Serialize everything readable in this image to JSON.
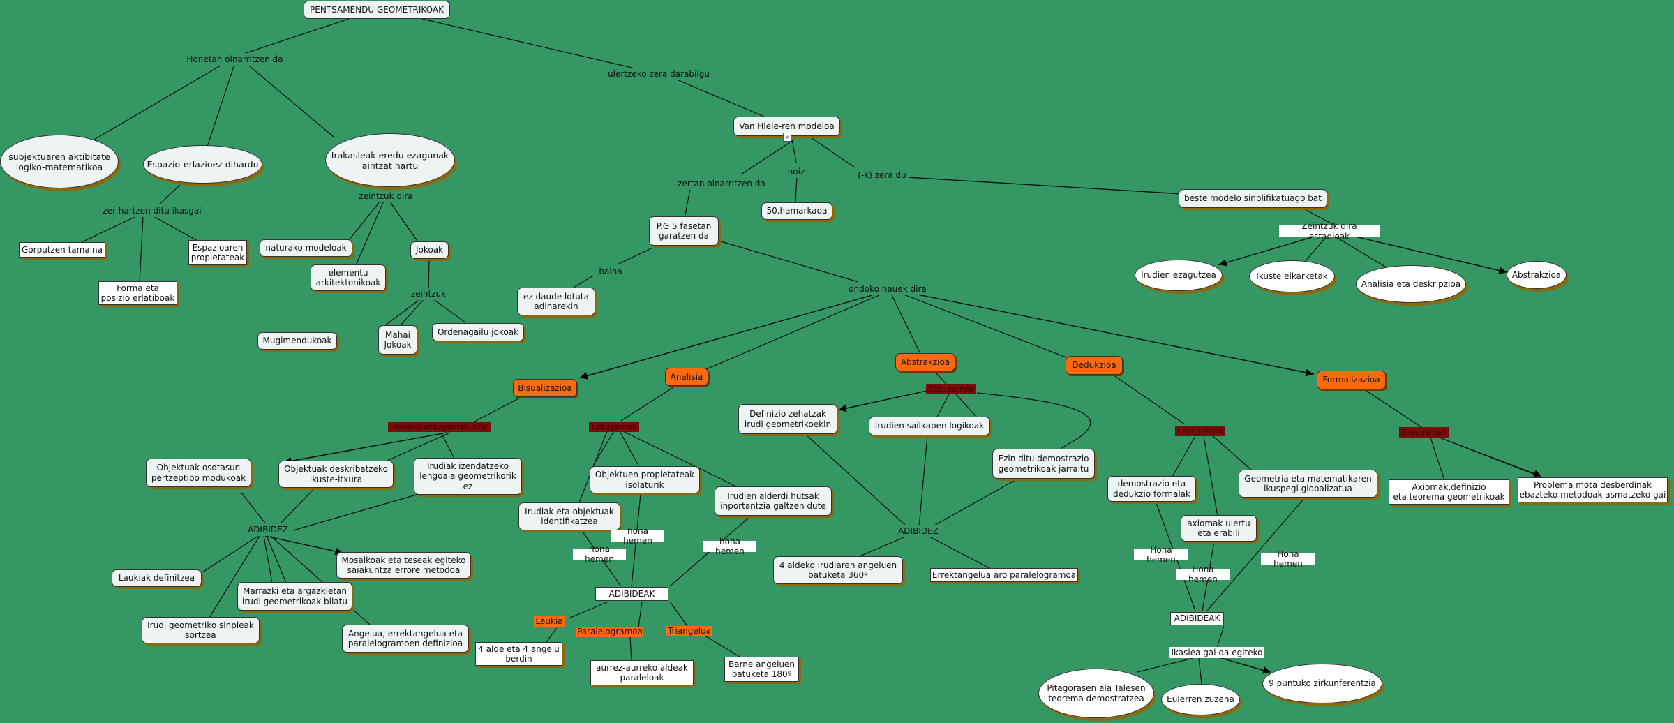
{
  "title": "PENTSAMENDU GEOMETRIKOAK",
  "colors": {
    "background": "#359864",
    "node_fill": "#eef4f4",
    "accent_orange": "#ff6a0f",
    "dark_label": "#7a0c0c",
    "shadow": "#8a6a10"
  },
  "nodes": {
    "root": "PENTSAMENDU GEOMETRIKOAK",
    "honetan": "Honetan oinarritzen da",
    "ulertzeko": "ulertzeko zera darabilgu",
    "subjektuaren": "subjektuaren aktibitate\nlogiko-matematikoa",
    "espazio": "Espazio-erlazioez dihardu",
    "irakasleak": "Irakasleak eredu ezagunak\naintzat hartu",
    "zer_hartzen": "zer hartzen ditu ikasgai",
    "gorputzen": "Gorputzen tamaina",
    "espazioaren": "Espazioaren\npropietateak",
    "forma": "Forma eta\nposizio erlatiboak",
    "zeintzuk_dira": "zeintzuk dira",
    "naturako": "naturako modeloak",
    "elementu": "elementu\narkitektonikoak",
    "jokoak": "Jokoak",
    "zeintzuk": "zeintzuk",
    "mugimendu": "Mugimendukoak",
    "mahai": "Mahai\nJokoak",
    "ordenagailu": "Ordenagailu jokoak",
    "vanhiele": "Van Hiele-ren modeloa",
    "doc_icon": "document-icon",
    "zertan": "zertan oinarritzen da",
    "noiz": "noiz",
    "k_zera": "(-k) zera du",
    "pg5": "P.G 5 fasetan\ngaratzen da",
    "hamarkada": "50.hamarkada",
    "beste": "beste modelo sinplifikatuago bat",
    "zeintzuk_estadioak": "Zeintzuk dira estadioak",
    "irudien_ezag": "Irudien ezagutzea",
    "ikuste": "Ikuste elkarketak",
    "analisia_desk": "Analisia eta deskripzioa",
    "abstrakzioa_e": "Abstrakzioa",
    "baina": "baina",
    "ez_daude": "ez daude lotuta\nadinarekin",
    "ondoko": "ondoko hauek dira",
    "bisualizazioa": "Bisualizazioa",
    "analisia": "Analisia",
    "abstrakzioa": "Abstrakzioa",
    "dedukzioa": "Dedukzioa",
    "formalizazioa": "Formalizazioa",
    "hauek_ezaug": "Honako ezaugarriak ditu",
    "ezaugarriak_an": "Ezaugarriak",
    "ezaugarriak_ab": "Ezaugarriak",
    "ezaugarriak_de": "Ezaugarriak",
    "ezaugarriak_fo": "Ezaugarriak",
    "objektuak_oso": "Objektuak osotasun\npertzeptibo modukoak",
    "objektuak_desk": "Objektuak deskribatzeko\nikuste-itxura",
    "irudiak_izend": "Irudiak izendatzeko\nlengoaia geometrikorik\nez",
    "adibidez1": "ADIBIDEZ",
    "mosaikoak": "Mosaikoak eta teseak egiteko\nsaiakuntza errore metodoa",
    "laukiak": "Laukiak definitzea",
    "marrazki": "Marrazki eta argazkietan\nirudi geometrikoak bilatu",
    "irudi_geo": "Irudi geometriko sinpleak\nsortzea",
    "angelua": "Angelua, errektangelua eta\nparalelogramoen definizioa",
    "objektuen_prop": "Objektuen propietateak\nisolaturik",
    "irudiak_obj": "Irudiak eta objektuak\nidentifikatzea",
    "irudien_alderdi": "Irudien alderdi hutsak\ninportantzia galtzen dute",
    "hona_hemen_a1": "hona hemen",
    "hona_hemen_a2": "hona hemen",
    "hona_hemen_a3": "hona hemen",
    "adibideak_an": "ADIBIDEAK",
    "laukia": "Laukia",
    "paralelogramoa": "Paralelogramoa",
    "triangelua": "Triangelua",
    "lau_alde": "4 alde eta 4 angelu\nberdin",
    "aurrez": "aurrez-aurreko aldeak\nparaleloak",
    "barne": "Barne angeluen\nbatuketa 180º",
    "definizio": "Definizio zehatzak\nirudi geometrikoekin",
    "irudien_sail": "Irudien sailkapen logikoak",
    "ezin": "Ezin ditu demostrazio\ngeometrikoak jarraitu",
    "adibidez2": "ADIBIDEZ",
    "lau_aldeko": "4 aldeko irudiaren angeluen\nbatuketa 360º",
    "errektangelua": "Errektangelua aro paralelogramoa",
    "demostrazio": "demostrazio eta\ndedukzio formalak",
    "geometria": "Geometria eta matematikaren\nikuspegi globalizatua",
    "axiomak_ul": "axiomak ulertu\neta erabili",
    "hona_hemen_d1": "Hona hemen",
    "hona_hemen_d2": "Hona hemen",
    "hona_hemen_d3": "Hona hemen",
    "adibideak_de": "ADIBIDEAK",
    "ikaslea": "Ikaslea gai da egiteko",
    "pitagoras": "Pitagorasen ala Talesen\nteorema demostratzea",
    "eulerren": "Eulerren zuzena",
    "bederatzi": "9 puntuko zirkunferentzia",
    "axiomak_def": "Axiomak,definizio\neta teorema geometrikoak",
    "problema": "Problema mota desberdinak\nebazteko metodoak asmatzeko gai"
  }
}
